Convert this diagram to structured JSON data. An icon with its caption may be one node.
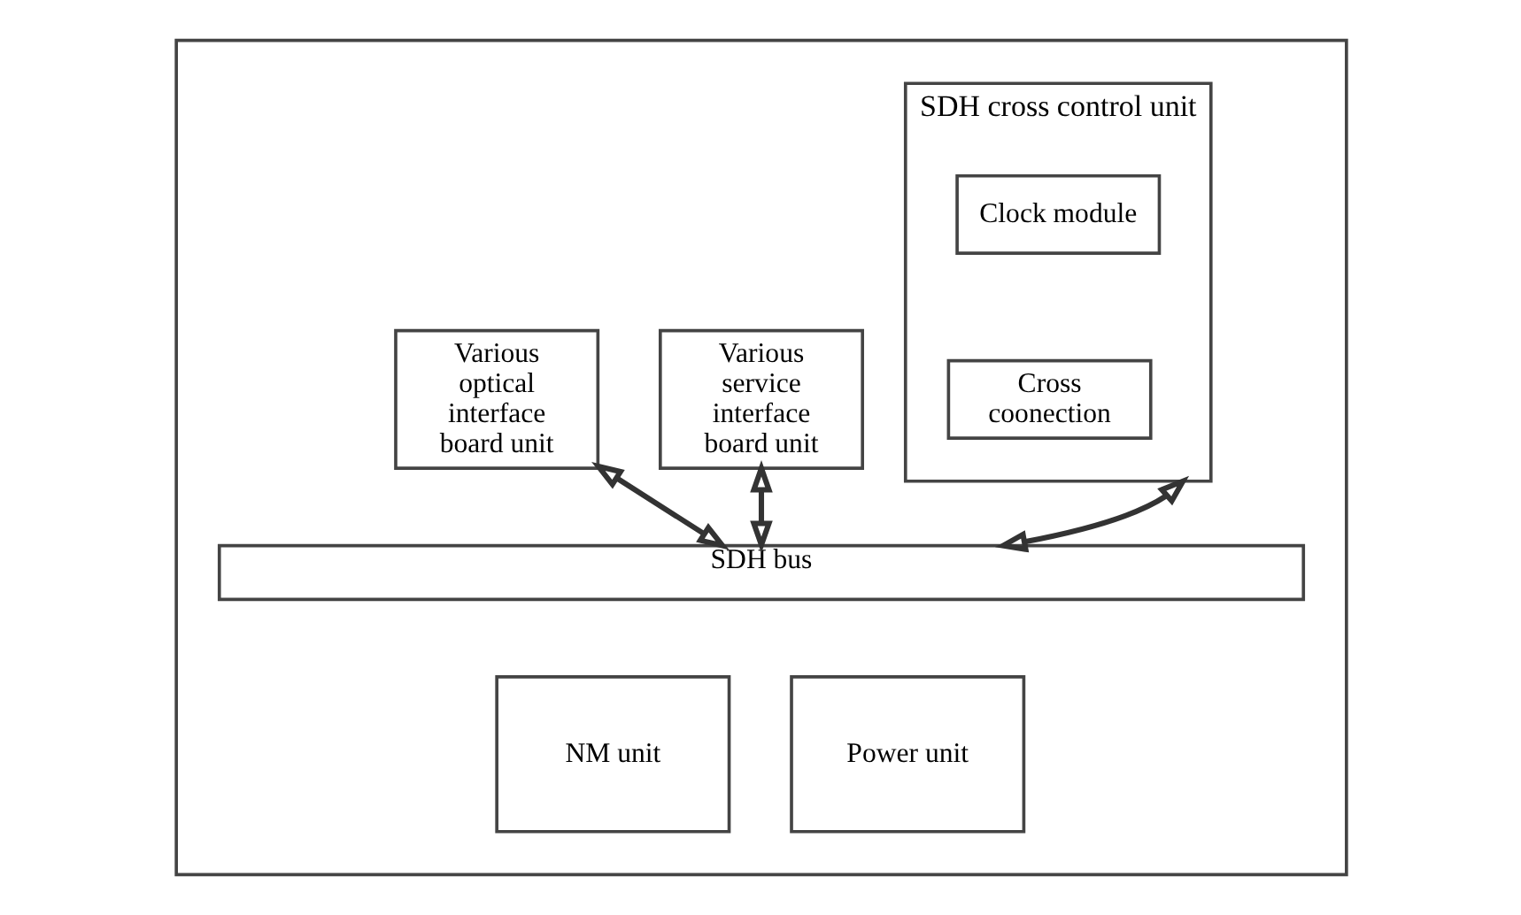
{
  "diagram": {
    "nodes": [
      {
        "text": [],
        "shape": "box"
      },
      {
        "text": [
          "SDH cross control unit"
        ],
        "in": 0
      },
      {
        "text": [
          "Clock module"
        ],
        "in": 1
      },
      {
        "text": [
          "Cross coonection"
        ],
        "in": 1
      },
      {
        "text": [
          "Various optical interface board unit"
        ],
        "in": 0
      },
      {
        "text": [
          "Various service interface board unit"
        ],
        "in": 0
      },
      {
        "text": [
          "SDH bus"
        ],
        "in": 0
      },
      {
        "text": [
          "NM unit"
        ],
        "in": 0
      },
      {
        "text": [
          "Power unit"
        ],
        "in": 0
      }
    ],
    "edges": [
      {
        "from": 1,
        "to": 6,
        "arrow": "both"
      },
      {
        "from": 4,
        "to": 6,
        "arrow": "both"
      },
      {
        "from": 5,
        "to": 6,
        "arrow": "both"
      }
    ]
  }
}
